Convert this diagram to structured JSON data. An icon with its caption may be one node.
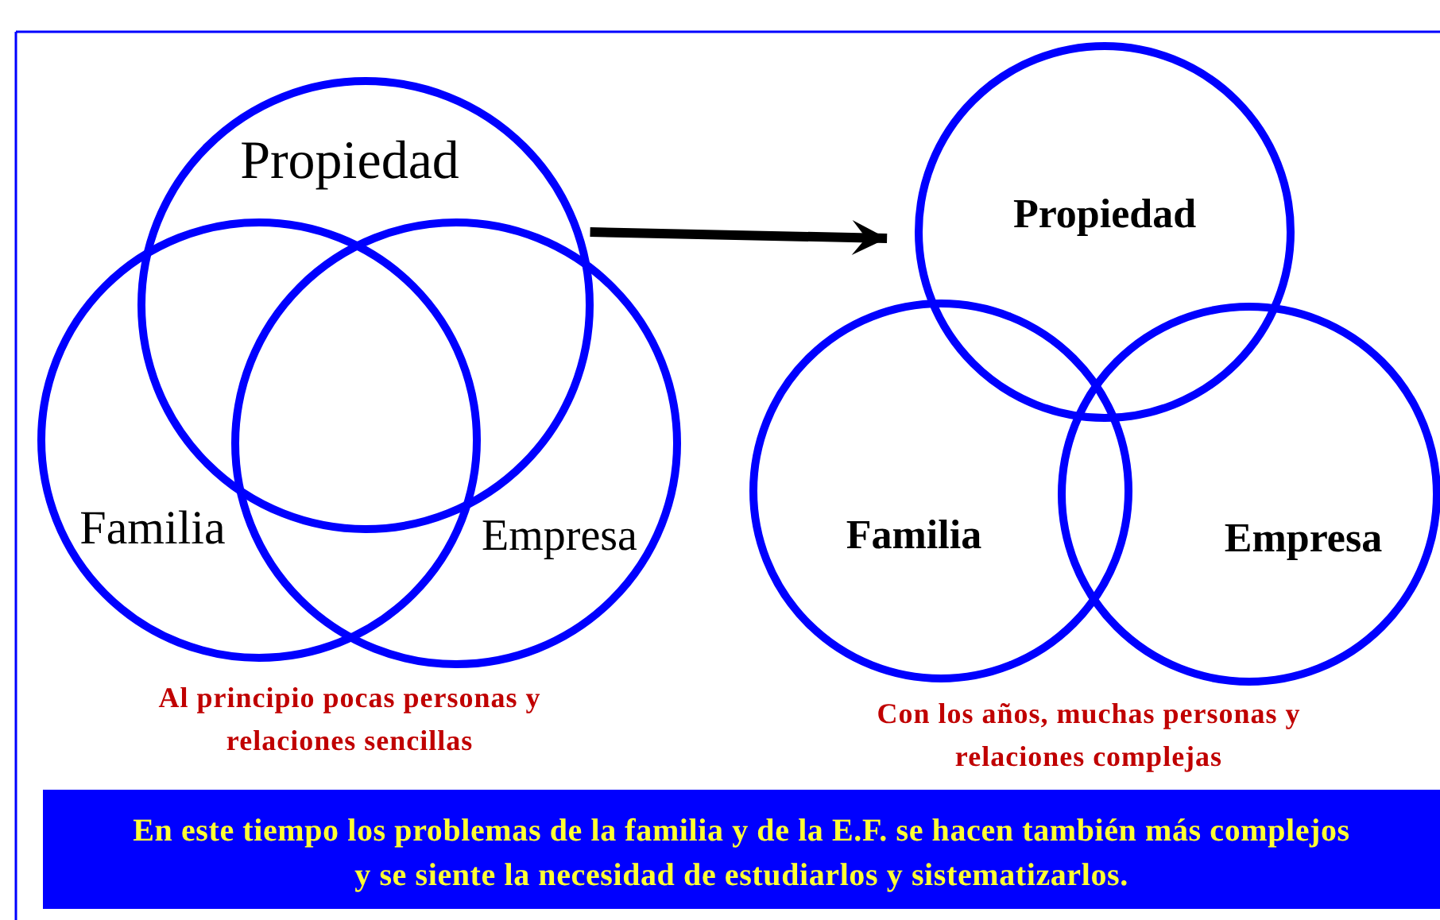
{
  "diagram": {
    "nodes": [
      {
        "text": [
          "Propiedad"
        ]
      },
      {
        "text": [
          "Familia"
        ]
      },
      {
        "text": [
          "Empresa"
        ]
      },
      {
        "text": [
          "Propiedad"
        ]
      },
      {
        "text": [
          "Familia"
        ]
      },
      {
        "text": [
          "Empresa"
        ]
      },
      {
        "text": [
          "En este tiempo los problemas de la familia y de la E.F. se hacen también más complejos y se siente la necesidad de estudiarlos y sistematizarlos."
        ]
      }
    ],
    "edges": [
      {
        "from": 0,
        "to": 3,
        "arrow": "to"
      }
    ],
    "labels": [
      "Al principio pocas personas y relaciones sencillas",
      "Con los años, muchas personas y relaciones complejas"
    ]
  }
}
